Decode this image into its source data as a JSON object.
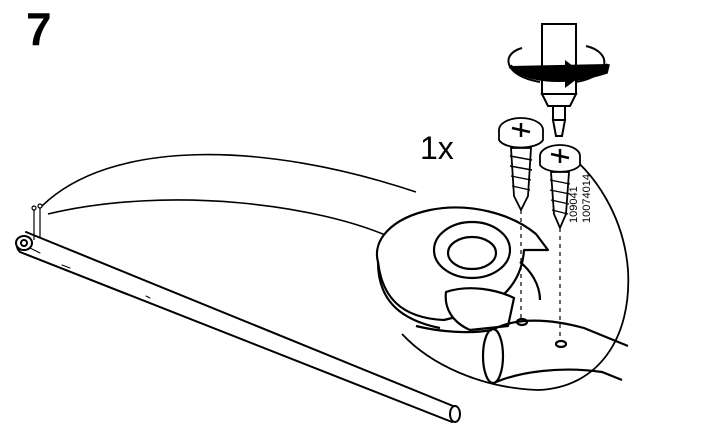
{
  "instruction": {
    "step_number": "7",
    "quantity_label": "1x",
    "part_numbers": [
      "109041",
      "10074014"
    ],
    "icons": [
      "screwdriver-icon",
      "clockwise-rotation-arrow-icon",
      "screw-icon"
    ]
  }
}
